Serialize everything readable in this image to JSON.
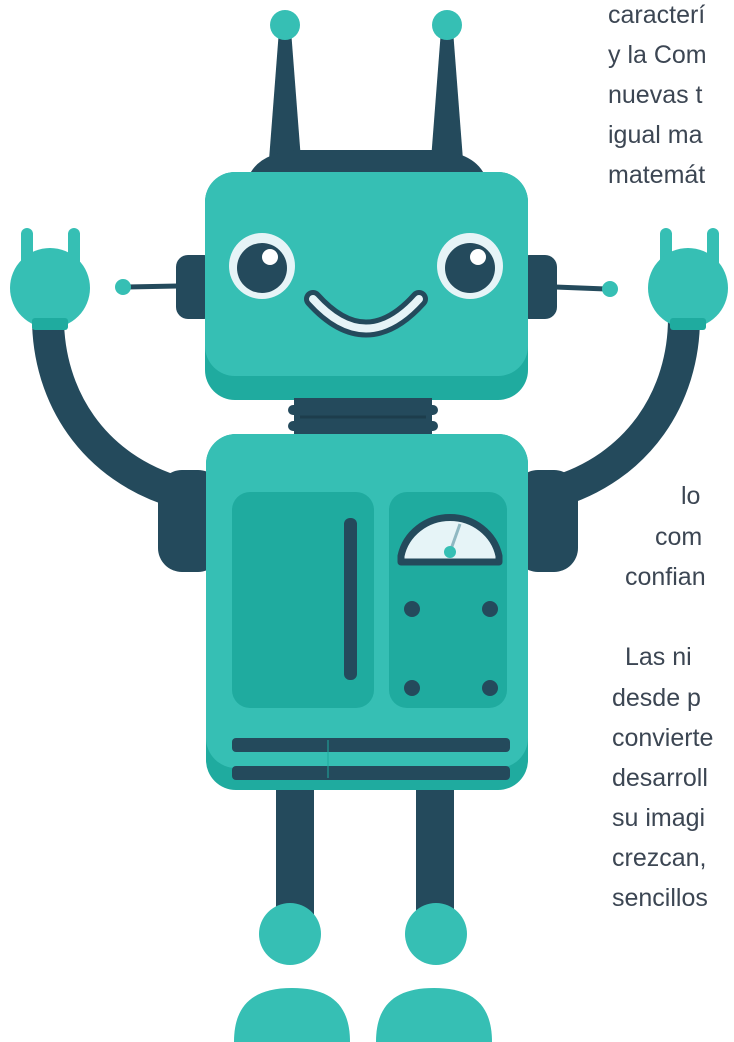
{
  "paragraph_top": {
    "lines": [
      "caracterí",
      "y la Com",
      "nuevas t",
      "igual ma",
      "matemát"
    ]
  },
  "paragraph_middle": {
    "lines": [
      "lo",
      "com",
      "confian"
    ]
  },
  "paragraph_bottom": {
    "lines": [
      "Las ni",
      "desde  p",
      "convierte",
      "desarroll",
      "su  imagi",
      "crezcan,",
      "sencillos"
    ]
  },
  "colors": {
    "teal": "#36bfb4",
    "teal_dark": "#1fab9f",
    "navy": "#244a5c",
    "gauge_face": "#e6f4f7"
  }
}
